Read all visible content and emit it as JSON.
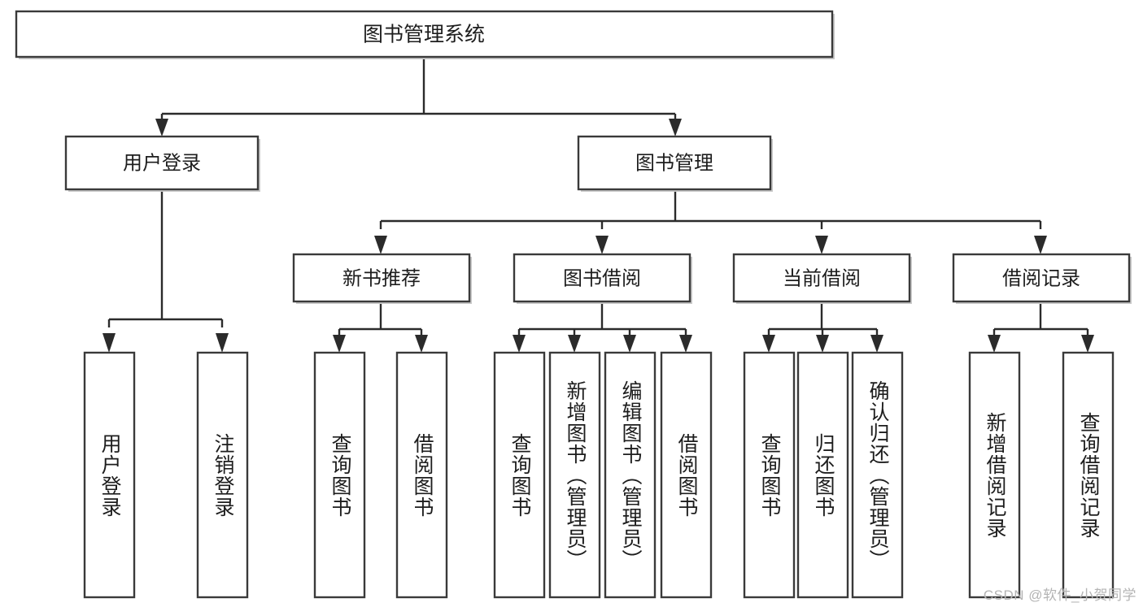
{
  "diagram": {
    "type": "tree-hierarchy",
    "title": "图书管理系统",
    "orientation": "top-down",
    "colors": {
      "box_fill": "#ffffff",
      "box_stroke": "#3a3a3a",
      "connector": "#2b2b2b",
      "text": "#1d1d1d",
      "watermark": "#b4b4b4",
      "background": "#ffffff"
    },
    "root": {
      "label": "图书管理系统",
      "orientation": "horizontal"
    },
    "level2": [
      {
        "label": "用户登录",
        "orientation": "horizontal"
      },
      {
        "label": "图书管理",
        "orientation": "horizontal"
      }
    ],
    "level3": [
      {
        "label": "新书推荐",
        "orientation": "horizontal",
        "parent": "图书管理"
      },
      {
        "label": "图书借阅",
        "orientation": "horizontal",
        "parent": "图书管理"
      },
      {
        "label": "当前借阅",
        "orientation": "horizontal",
        "parent": "图书管理"
      },
      {
        "label": "借阅记录",
        "orientation": "horizontal",
        "parent": "图书管理"
      }
    ],
    "leaves": {
      "user_login": [
        {
          "label": "用户登录",
          "orientation": "vertical"
        },
        {
          "label": "注销登录",
          "orientation": "vertical"
        }
      ],
      "new_book_recommend": [
        {
          "label": "查询图书",
          "orientation": "vertical"
        },
        {
          "label": "借阅图书",
          "orientation": "vertical"
        }
      ],
      "book_borrow": [
        {
          "label": "查询图书",
          "orientation": "vertical"
        },
        {
          "label": "新增图书（管理员）",
          "orientation": "vertical"
        },
        {
          "label": "编辑图书（管理员）",
          "orientation": "vertical"
        },
        {
          "label": "借阅图书",
          "orientation": "vertical"
        }
      ],
      "current_borrow": [
        {
          "label": "查询图书",
          "orientation": "vertical"
        },
        {
          "label": "归还图书",
          "orientation": "vertical"
        },
        {
          "label": "确认归还（管理员）",
          "orientation": "vertical"
        }
      ],
      "borrow_record": [
        {
          "label": "新增借阅记录",
          "orientation": "vertical"
        },
        {
          "label": "查询借阅记录",
          "orientation": "vertical"
        }
      ]
    }
  },
  "watermark": {
    "text": "CSDN @软件_小贺同学"
  }
}
